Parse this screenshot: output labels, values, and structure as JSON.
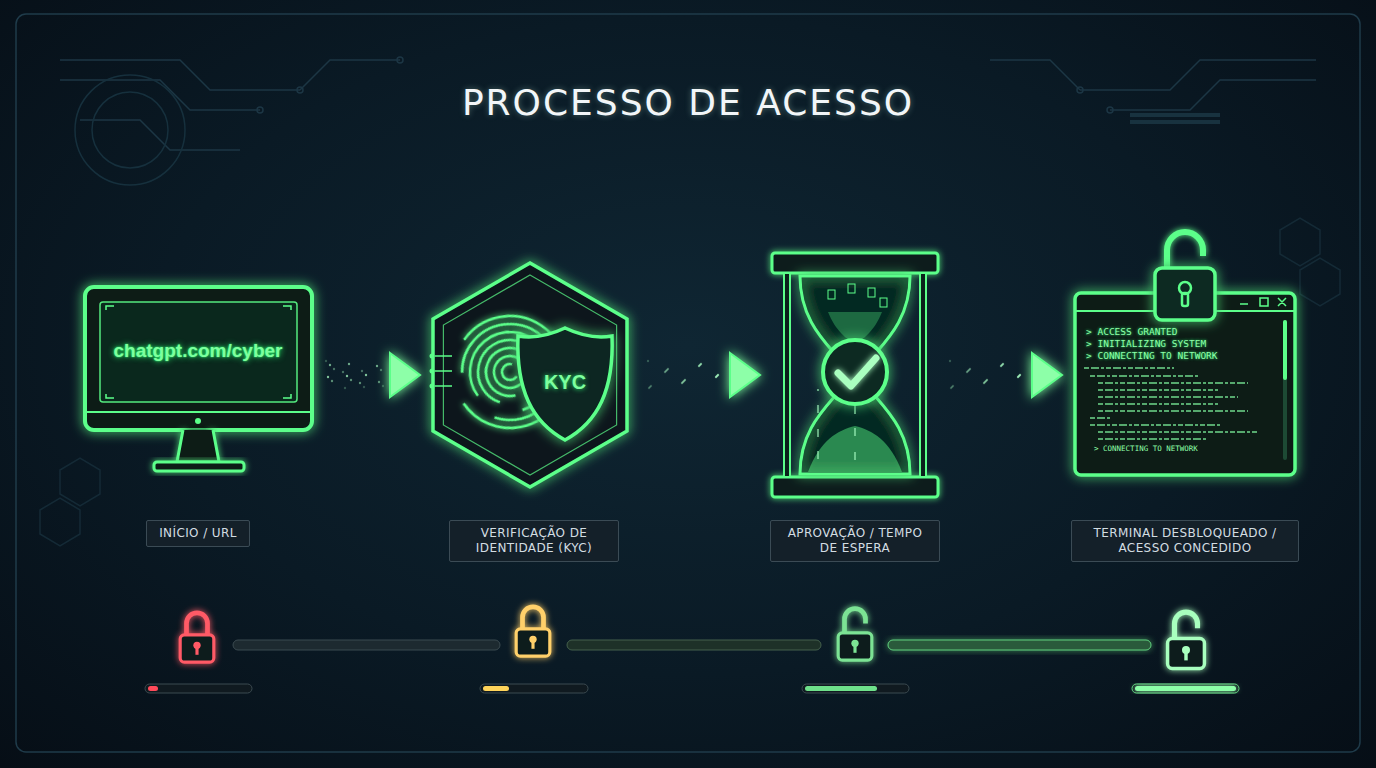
{
  "diagram": {
    "title": "PROCESSO DE ACESSO",
    "nodes": [
      {
        "text": [
          "chatgpt.com/cyber",
          "INÍCIO / URL"
        ]
      },
      {
        "text": [
          "KYC",
          "VERIFICAÇÃO DE IDENTIDADE (KYC)"
        ]
      },
      {
        "text": [
          "APROVAÇÃO / TEMPO DE ESPERA"
        ]
      },
      {
        "text": [
          "> ACCESS GRANTED",
          "> INITIALIZING SYSTEM",
          "> CONNECTING TO NETWORK",
          "> CONNECTING TO NETWORK",
          "TERMINAL DESBLOQUEADO / ACESSO CONCEDIDO"
        ]
      }
    ],
    "edges": [
      {
        "from": 0,
        "to": 1,
        "arrow": "to"
      },
      {
        "from": 1,
        "to": 2,
        "arrow": "to"
      },
      {
        "from": 2,
        "to": 3,
        "arrow": "to"
      }
    ]
  }
}
